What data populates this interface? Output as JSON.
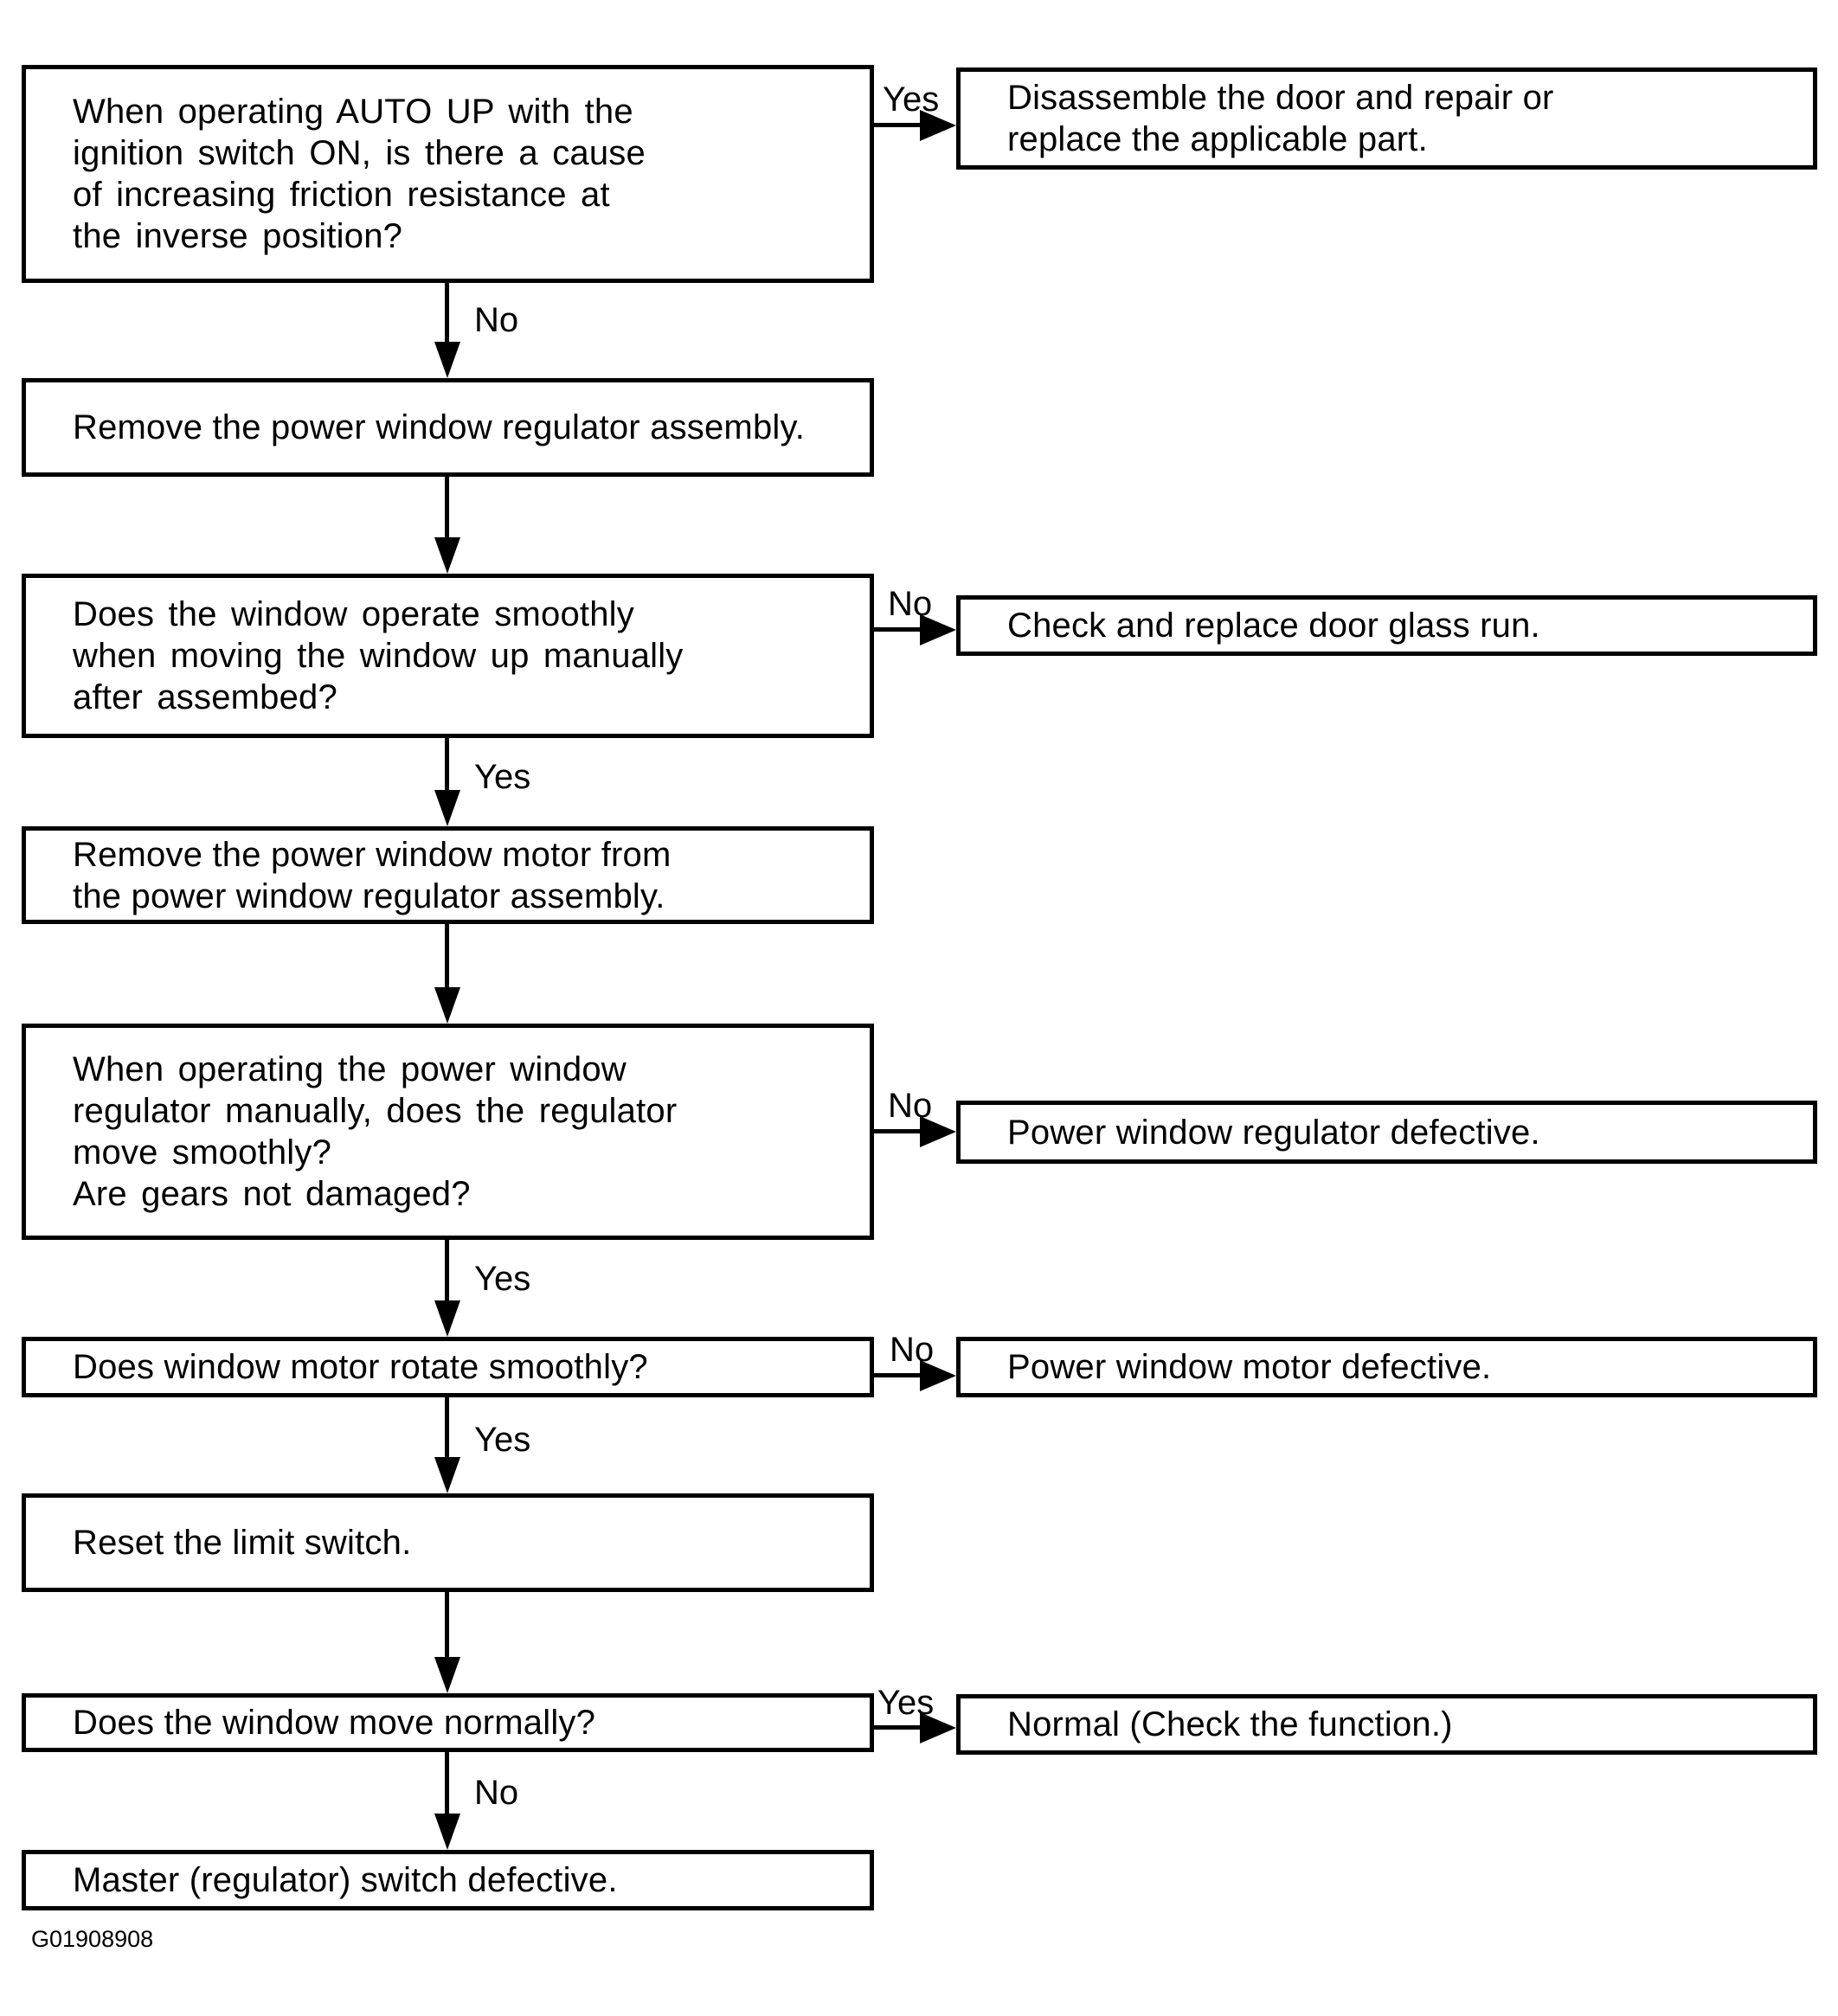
{
  "document": {
    "type": "troubleshooting-flowchart",
    "footer_code": "G01908908",
    "colors": {
      "ink": "#000000",
      "paper": "#ffffff"
    }
  },
  "flowchart": {
    "steps": [
      {
        "id": "step-1",
        "kind": "question",
        "text": "When operating AUTO UP with the\nignition switch ON, is there a cause\nof increasing friction resistance at\nthe inverse position?"
      },
      {
        "id": "step-2",
        "kind": "action",
        "text": "Remove the power window regulator assembly."
      },
      {
        "id": "step-3",
        "kind": "question",
        "text": "Does the window operate smoothly\nwhen moving the window up manually\nafter assembed?"
      },
      {
        "id": "step-4",
        "kind": "action",
        "text": "Remove the power window motor from\nthe power window regulator assembly."
      },
      {
        "id": "step-5",
        "kind": "question",
        "text": "When operating the power window\nregulator manually, does the regulator\nmove smoothly?\nAre gears not damaged?"
      },
      {
        "id": "step-6",
        "kind": "question",
        "text": "Does window motor rotate smoothly?"
      },
      {
        "id": "step-7",
        "kind": "action",
        "text": "Reset the limit switch."
      },
      {
        "id": "step-8",
        "kind": "question",
        "text": "Does the window move normally?"
      },
      {
        "id": "step-9",
        "kind": "conclusion",
        "text": "Master (regulator) switch defective."
      }
    ],
    "results": [
      {
        "id": "result-1",
        "text": "Disassemble the door and repair or\nreplace the applicable part."
      },
      {
        "id": "result-2",
        "text": "Check and replace door glass run."
      },
      {
        "id": "result-3",
        "text": "Power window regulator defective."
      },
      {
        "id": "result-4",
        "text": "Power window motor defective."
      },
      {
        "id": "result-5",
        "text": "Normal (Check the function.)"
      }
    ],
    "edges": [
      {
        "from": "step-1",
        "to": "result-1",
        "direction": "right",
        "label": "Yes"
      },
      {
        "from": "step-1",
        "to": "step-2",
        "direction": "down",
        "label": "No"
      },
      {
        "from": "step-2",
        "to": "step-3",
        "direction": "down",
        "label": ""
      },
      {
        "from": "step-3",
        "to": "result-2",
        "direction": "right",
        "label": "No"
      },
      {
        "from": "step-3",
        "to": "step-4",
        "direction": "down",
        "label": "Yes"
      },
      {
        "from": "step-4",
        "to": "step-5",
        "direction": "down",
        "label": ""
      },
      {
        "from": "step-5",
        "to": "result-3",
        "direction": "right",
        "label": "No"
      },
      {
        "from": "step-5",
        "to": "step-6",
        "direction": "down",
        "label": "Yes"
      },
      {
        "from": "step-6",
        "to": "result-4",
        "direction": "right",
        "label": "No"
      },
      {
        "from": "step-6",
        "to": "step-7",
        "direction": "down",
        "label": "Yes"
      },
      {
        "from": "step-7",
        "to": "step-8",
        "direction": "down",
        "label": ""
      },
      {
        "from": "step-8",
        "to": "result-5",
        "direction": "right",
        "label": "Yes"
      },
      {
        "from": "step-8",
        "to": "step-9",
        "direction": "down",
        "label": "No"
      }
    ]
  }
}
